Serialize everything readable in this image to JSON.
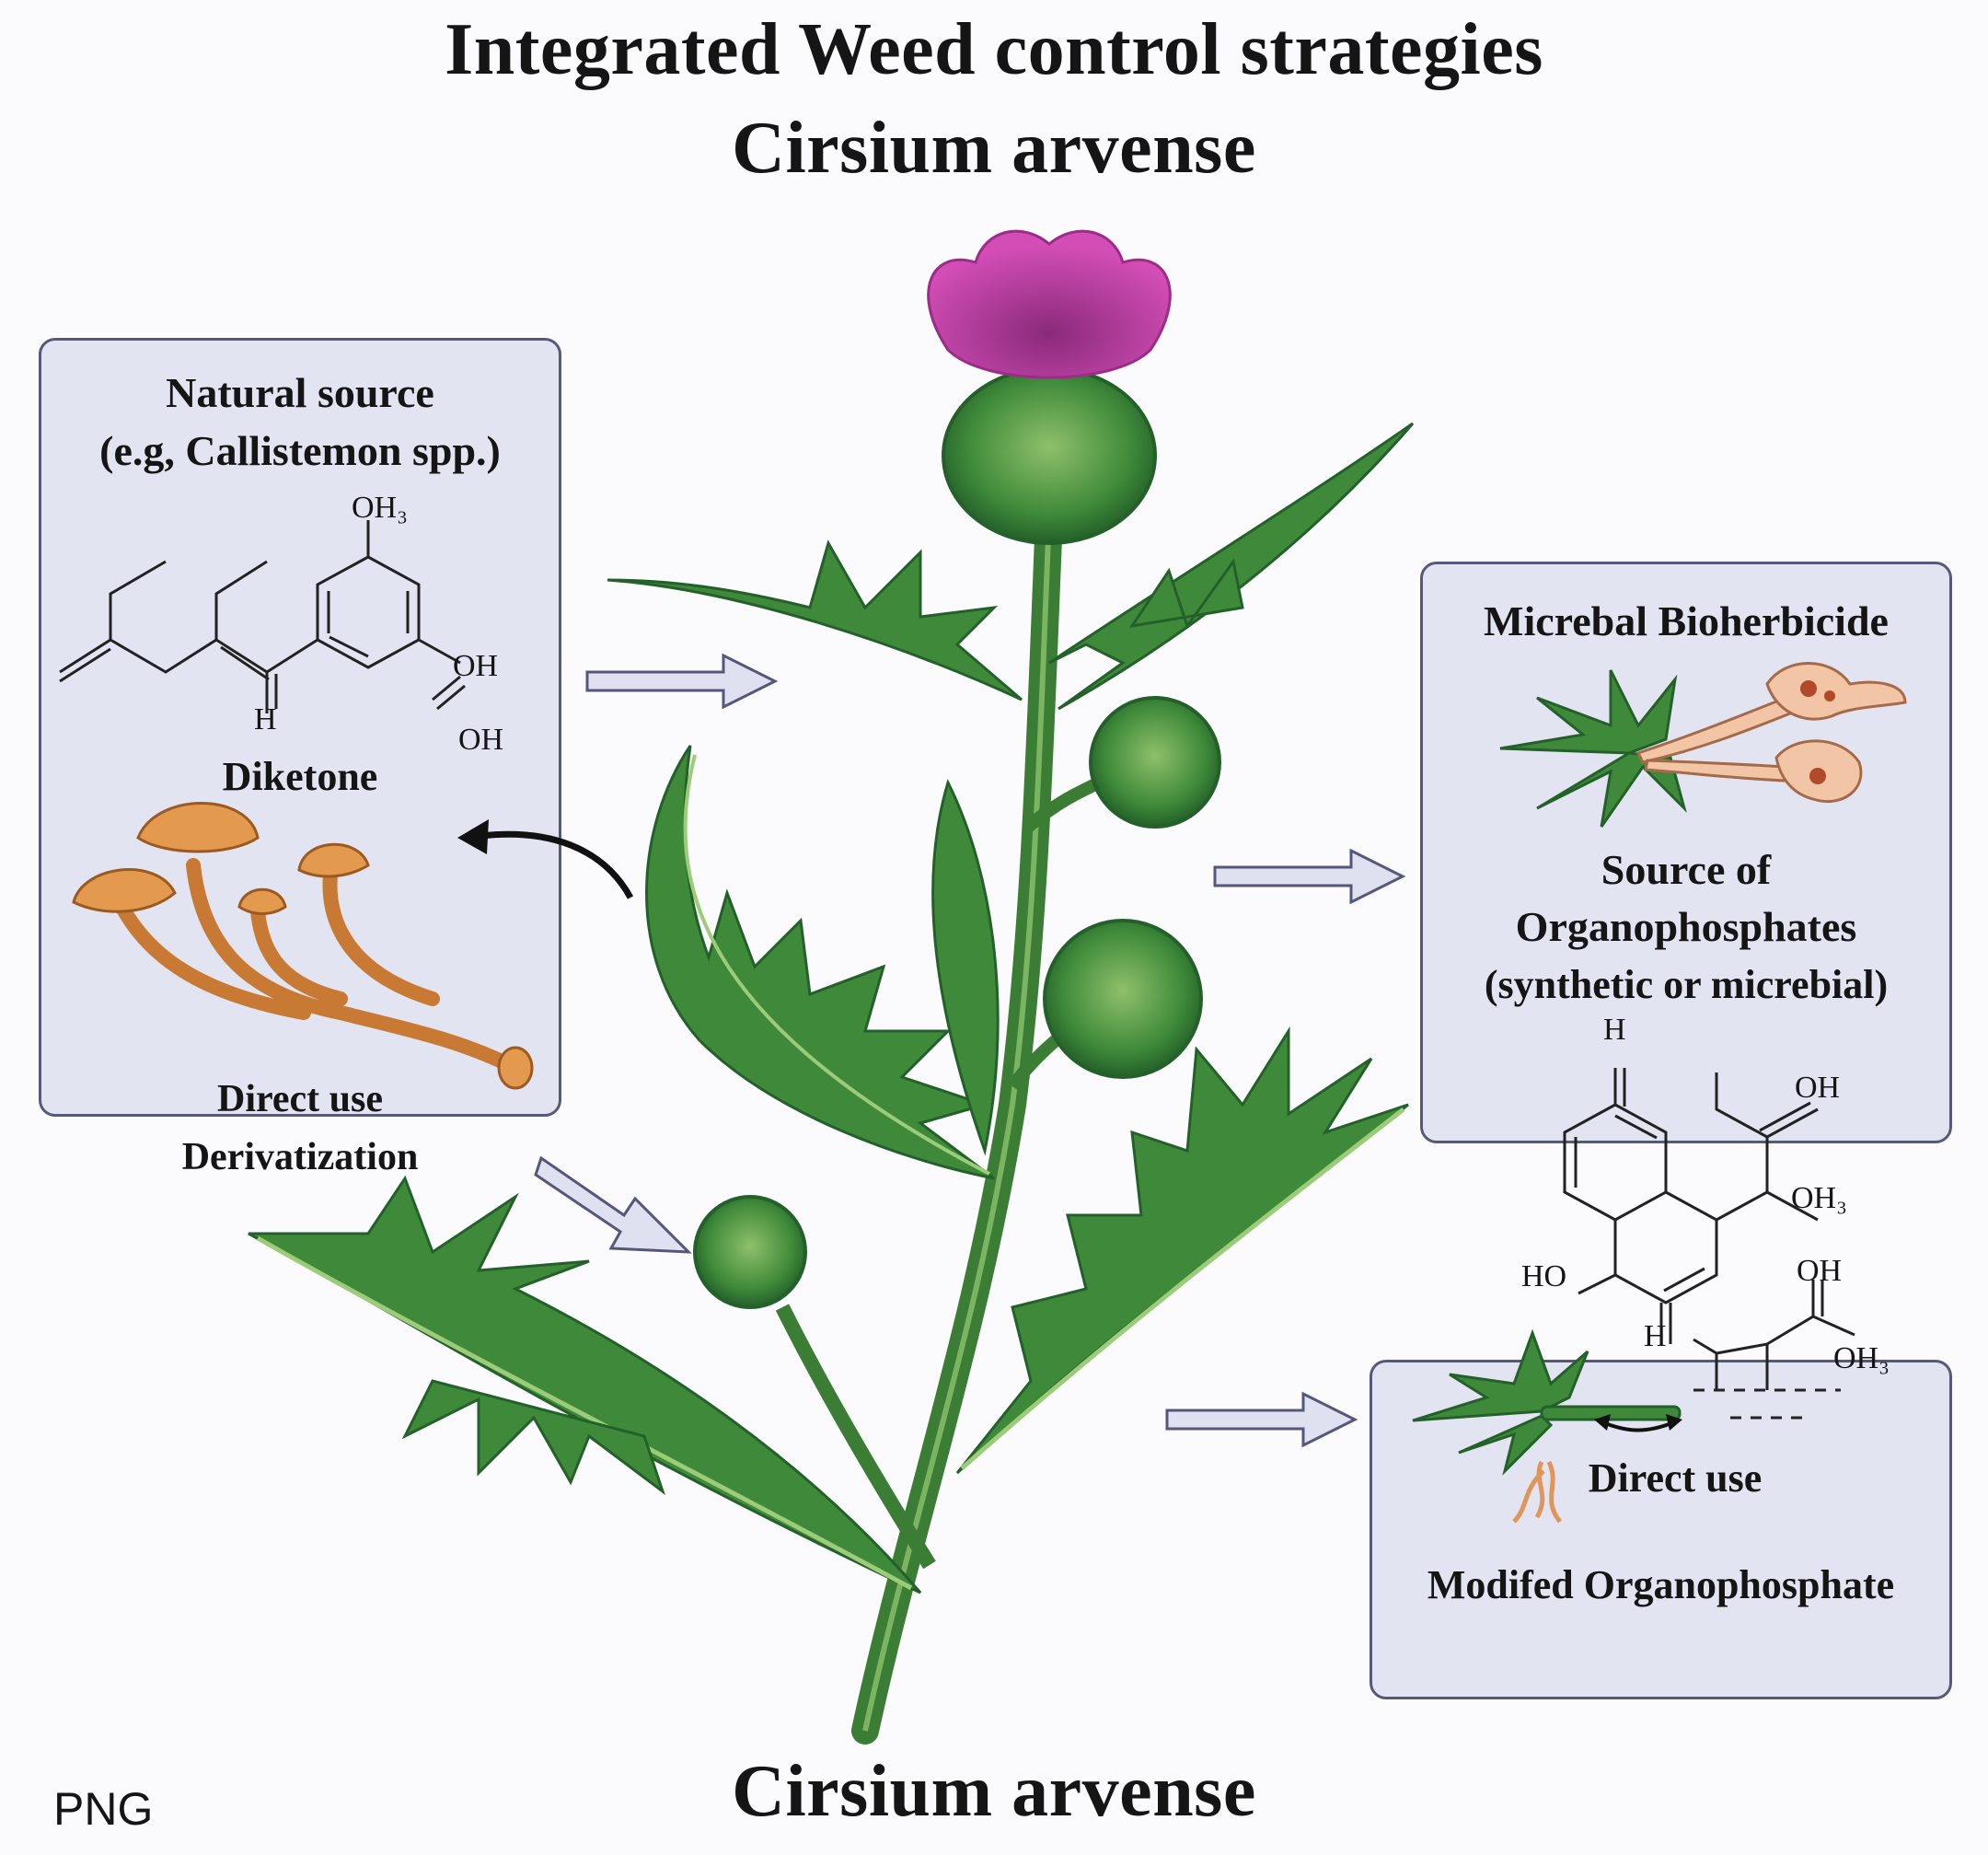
{
  "title": {
    "line1": "Integrated Weed control strategies",
    "line2": "Cirsium arvense"
  },
  "left_panel": {
    "heading1": "Natural source",
    "heading2": "(e.g, Callistemon spp.)",
    "chem_oh3": "OH₃",
    "chem_oh_a": "OH",
    "chem_oh_b": "OH",
    "chem_h": "H",
    "compound_label": "Diketone",
    "use_line1": "Direct use",
    "use_line2": "Derivatization"
  },
  "right_top_panel": {
    "heading": "Micrebal Bioherbicide",
    "source_line1": "Source of",
    "source_line2": "Organophosphates",
    "source_line3": "(synthetic or micrebial)"
  },
  "right_chem": {
    "h_top": "H",
    "oh_top": "OH",
    "oh3_mid": "OH₃",
    "ho_left": "HO",
    "oh_right": "OH",
    "h_left": "H",
    "oh3_bottom": "OH₃"
  },
  "right_bottom_panel": {
    "direct_use": "Direct use",
    "modified": "Modifed Organophosphate"
  },
  "bottom_caption": "Cirsium arvense",
  "format_tag": "PNG",
  "colors": {
    "panel_fill": "#e3e4f2",
    "panel_border": "#57597a",
    "leaf_green": "#3f8a3a",
    "flower_magenta": "#c03aa6",
    "mushroom_orange": "#e0954a"
  }
}
